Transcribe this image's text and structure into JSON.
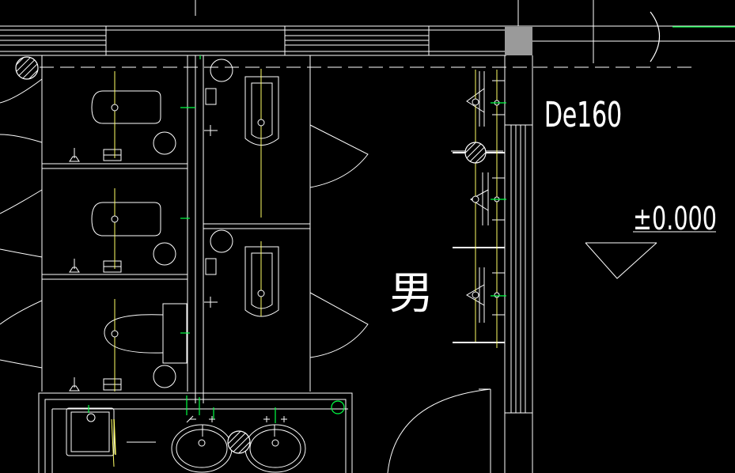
{
  "drawing": {
    "pipe_label": "De160",
    "elevation_label": "±0.000",
    "room_label": "男"
  },
  "colors": {
    "background": "#000000",
    "wall": "#ffffff",
    "fixture": "#ffffff",
    "centerline": "#ffff66",
    "pipe": "#00ff44",
    "column": "#9a9a9a"
  }
}
